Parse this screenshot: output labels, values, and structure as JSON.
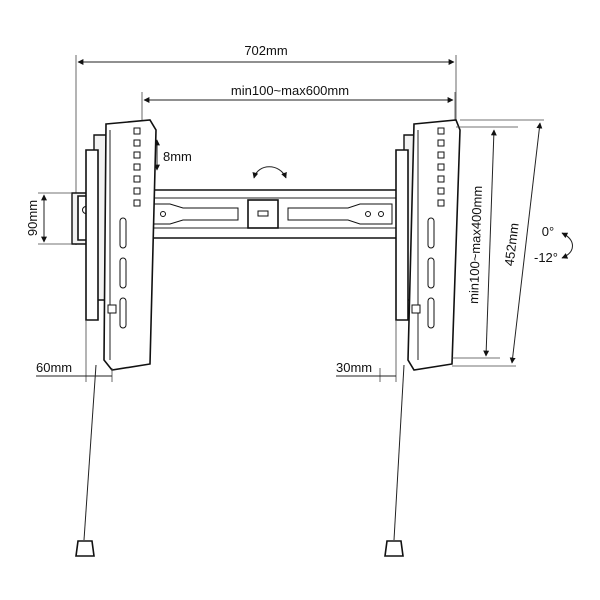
{
  "labels": {
    "overall_width": "702mm",
    "vesa_width": "min100~max600mm",
    "adjust_step": "8mm",
    "left_height": "90mm",
    "left_offset": "60mm",
    "right_offset": "30mm",
    "vesa_height": "min100~max400mm",
    "overall_height": "452mm",
    "tilt_start": "0°",
    "tilt_end": "-12°"
  }
}
